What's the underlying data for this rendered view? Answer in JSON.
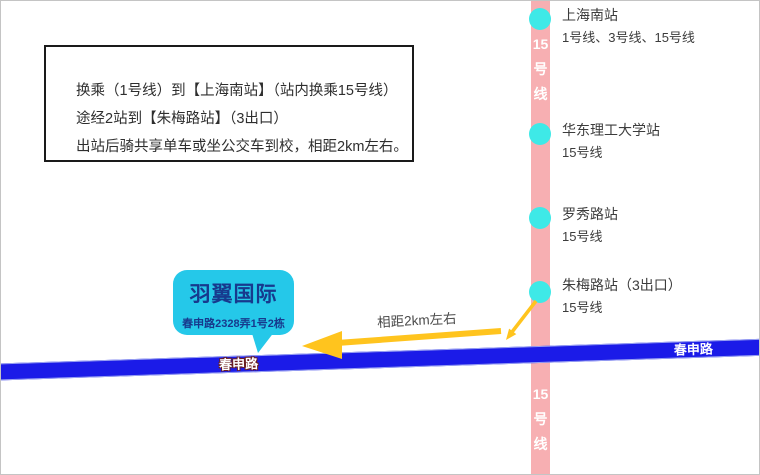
{
  "info_box": {
    "lines": [
      "换乘（1号线）到【上海南站】（站内换乘15号线）",
      "途经2站到【朱梅路站】（3出口）",
      "出站后骑共享单车或坐公交车到校，相距2km左右。"
    ]
  },
  "metro_line": {
    "name": "15号线",
    "chars": [
      "15",
      "号",
      "线"
    ],
    "color": "#f7afb2",
    "label_color": "#ffffff"
  },
  "stations": [
    {
      "name": "上海南站",
      "lines": "1号线、3号线、15号线"
    },
    {
      "name": "华东理工大学站",
      "lines": "15号线"
    },
    {
      "name": "罗秀路站",
      "lines": "15号线"
    },
    {
      "name": "朱梅路站（3出口）",
      "lines": "15号线"
    }
  ],
  "road": {
    "name": "春申路",
    "label_left": "春申路",
    "label_right": "春申路",
    "color": "#1b1be8"
  },
  "destination": {
    "title": "羽翼国际",
    "address": "春申路2328弄1号2栋",
    "bubble_color": "#25c8e9",
    "text_color": "#17398d"
  },
  "distance_note": {
    "text": "相距2km左右"
  },
  "colors": {
    "station_dot": "#3ee9e7",
    "arrow_yellow": "#ffc41e",
    "info_border": "#1a1a1a"
  }
}
